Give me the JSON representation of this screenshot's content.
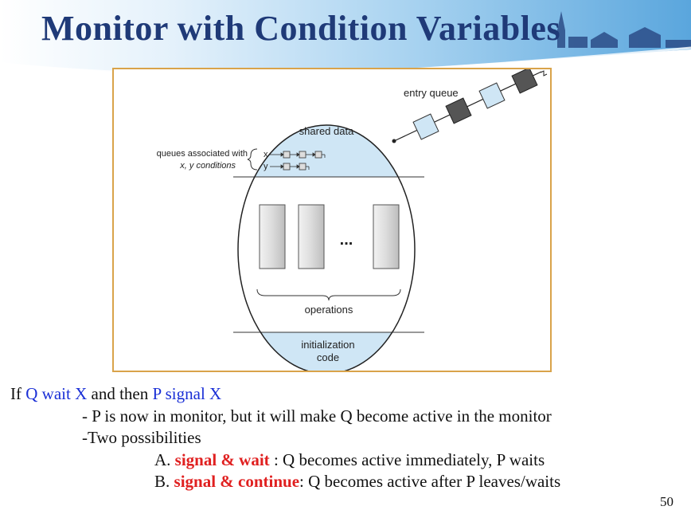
{
  "slide": {
    "title": "Monitor with Condition Variables",
    "page_number": "50"
  },
  "figure": {
    "entry_queue_label": "entry queue",
    "shared_data_label": "shared data",
    "queues_label_line1": "queues associated with",
    "queues_label_line2": "x, y conditions",
    "queue_x_label": "x",
    "queue_y_label": "y",
    "ellipsis": "...",
    "operations_label": "operations",
    "init_label_line1": "initialization",
    "init_label_line2": "code"
  },
  "text": {
    "line1_if": "If ",
    "line1_q_wait": "Q wait X",
    "line1_mid": " and then ",
    "line1_p_signal": "P signal X",
    "line2": "- P is now in monitor, but it will make Q become active in the monitor",
    "line3": "-Two possibilities",
    "line4_prefix": "A. ",
    "line4_term": "signal & wait",
    "line4_rest": " : Q becomes active immediately, P waits",
    "line5_prefix": "B. ",
    "line5_term": "signal & continue",
    "line5_rest": ": Q becomes active after P leaves/waits"
  },
  "colors": {
    "title": "#1f3a78",
    "highlight_blue": "#1a2fd6",
    "highlight_red": "#e02020",
    "frame_border": "#d9a34a",
    "shared_fill": "#cfe6f5"
  }
}
